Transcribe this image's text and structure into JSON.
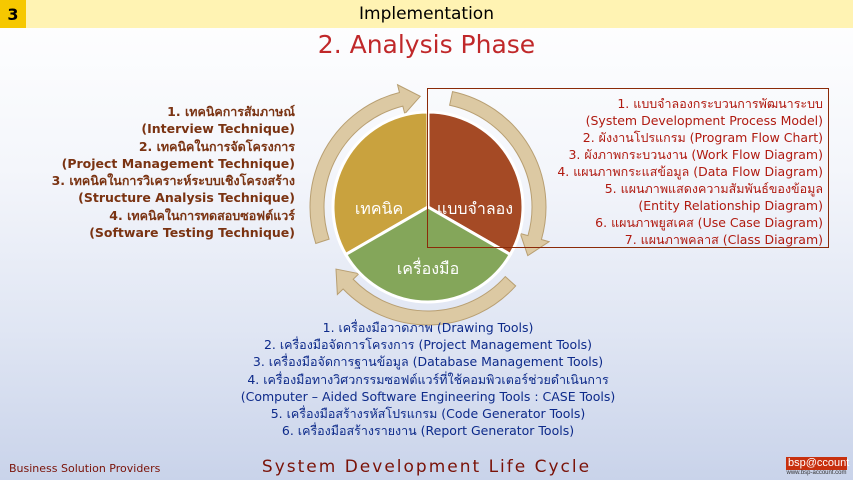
{
  "slide": {
    "number": "3",
    "header": "Implementation",
    "title": "2. Analysis Phase"
  },
  "diagram": {
    "segments": [
      {
        "label": "เทคนิค",
        "color": "#c9a23e"
      },
      {
        "label": "แบบจำลอง",
        "color": "#a54a25"
      },
      {
        "label": "เครื่องมือ",
        "color": "#84a65a"
      }
    ],
    "arrow_color": "#dcc9a3"
  },
  "techniques": [
    "1. เทคนิคการสัมภาษณ์",
    "(Interview Technique)",
    "2. เทคนิคในการจัดโครงการ",
    "(Project Management Technique)",
    "3. เทคนิคในการวิเคราะห์ระบบเชิงโครงสร้าง",
    "(Structure Analysis Technique)",
    "4. เทคนิคในการทดสอบซอฟต์แวร์",
    "(Software Testing Technique)"
  ],
  "models": [
    "1. แบบจำลองกระบวนการพัฒนาระบบ",
    "(System Development Process Model)",
    "2. ผังงานโปรแกรม (Program Flow Chart)",
    "3. ผังภาพกระบวนงาน (Work Flow Diagram)",
    "4. แผนภาพกระแสข้อมูล (Data Flow Diagram)",
    "5. แผนภาพแสดงความสัมพันธ์ของข้อมูล",
    "(Entity Relationship Diagram)",
    "6. แผนภาพยูสเคส (Use Case Diagram)",
    "7. แผนภาพคลาส (Class Diagram)"
  ],
  "tools": [
    "1. เครื่องมือวาดภาพ (Drawing Tools)",
    "2. เครื่องมือจัดการโครงการ (Project Management Tools)",
    "3. เครื่องมือจัดการฐานข้อมูล (Database Management Tools)",
    "4. เครื่องมือทางวิศวกรรมซอฟต์แวร์ที่ใช้คอมพิวเตอร์ช่วยดำเนินการ",
    "(Computer – Aided Software Engineering Tools : CASE Tools)",
    "5. เครื่องมือสร้างรหัสโปรแกรม (Code Generator Tools)",
    "6. เครื่องมือสร้างรายงาน (Report Generator Tools)"
  ],
  "footer": {
    "company": "Business Solution Providers",
    "center": "System Development Life Cycle",
    "logo_main": "bsp@ccount",
    "logo_sub": "www.bsp-account.com"
  }
}
